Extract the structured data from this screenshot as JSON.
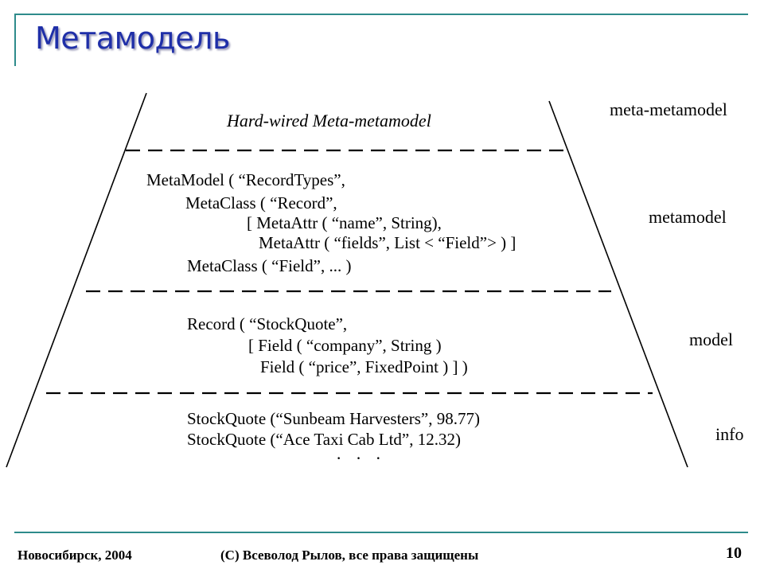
{
  "slide": {
    "title": "Метамодель",
    "page_number": "10"
  },
  "diagram": {
    "hardwired_label": "Hard-wired Meta-metamodel",
    "layers": [
      {
        "label": "meta-metamodel"
      },
      {
        "label": "metamodel"
      },
      {
        "label": "model"
      },
      {
        "label": "info"
      }
    ],
    "metamodel_code": [
      "MetaModel ( “RecordTypes”,",
      "MetaClass ( “Record”,",
      "[ MetaAttr ( “name”, String),",
      "MetaAttr ( “fields”, List < “Field”> ) ]",
      "MetaClass ( “Field”, ... )"
    ],
    "model_code": [
      "Record ( “StockQuote”,",
      "[ Field ( “company”, String )",
      "Field ( “price”, FixedPoint ) ] )"
    ],
    "info_code": [
      "StockQuote (“Sunbeam Harvesters”, 98.77)",
      "StockQuote (“Ace Taxi Cab Ltd”, 12.32)"
    ],
    "ellipsis": "· · ·"
  },
  "footer": {
    "left": "Новосибирск, 2004",
    "center": "(C) Всеволод Рылов, все права защищены"
  }
}
